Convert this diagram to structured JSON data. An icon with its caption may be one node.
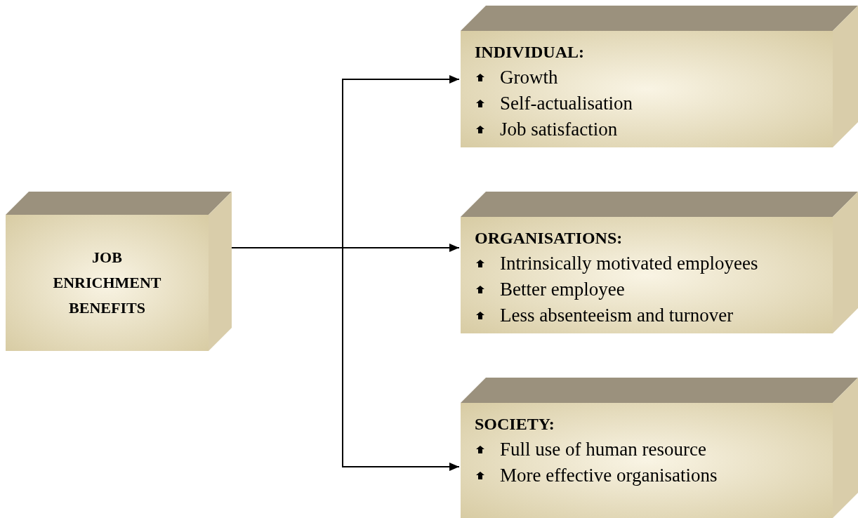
{
  "diagram": {
    "nodes": [
      {
        "text": [
          "JOB ENRICHMENT BENEFITS"
        ]
      },
      {
        "text": [
          "INDIVIDUAL:",
          "Growth",
          "Self-actualisation",
          "Job satisfaction"
        ]
      },
      {
        "text": [
          "ORGANISATIONS:",
          "Intrinsically motivated employees",
          "Better employee",
          "Less absenteeism and turnover"
        ]
      },
      {
        "text": [
          "SOCIETY:",
          "Full use of human resource",
          "More effective organisations"
        ]
      }
    ],
    "edges": [
      {
        "from": 0,
        "to": 1,
        "arrow": "to"
      },
      {
        "from": 0,
        "to": 2,
        "arrow": "to"
      },
      {
        "from": 0,
        "to": 3,
        "arrow": "to"
      }
    ]
  }
}
